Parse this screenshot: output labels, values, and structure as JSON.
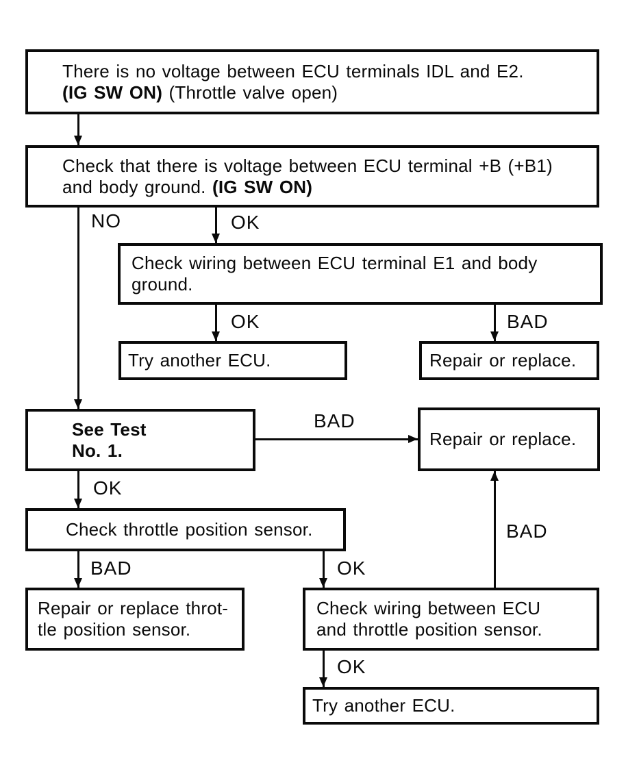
{
  "page": {
    "background": "#ffffff",
    "ink_color": "#0a0a0a"
  },
  "flowchart": {
    "boxes": {
      "problem": {
        "line1": "There is no voltage between ECU terminals IDL and E2.",
        "line2_bold": "(IG SW ON)",
        "line2_rest": " (Throttle valve open)"
      },
      "check_b": {
        "line1": "Check that there is voltage between ECU terminal +B (+B1)",
        "line2_pre": "and body ground. ",
        "line2_bold": "(IG SW ON)"
      },
      "check_e1": {
        "line1": "Check wiring between ECU terminal E1 and body",
        "line2": "ground."
      },
      "try_ecu_1": {
        "text": "Try another ECU."
      },
      "repair_1": {
        "text": "Repair or replace."
      },
      "see_test": {
        "line1": "See Test",
        "line2": "No. 1."
      },
      "repair_2": {
        "text": "Repair or replace."
      },
      "check_tps": {
        "text": "Check throttle position sensor."
      },
      "repair_tps": {
        "line1": "Repair or replace throt-",
        "line2": "tle position sensor."
      },
      "check_wiring": {
        "line1": "Check wiring between ECU",
        "line2": "and throttle position sensor."
      },
      "try_ecu_2": {
        "text": "Try another ECU."
      }
    },
    "labels": {
      "no_main": "NO",
      "ok_to_e1": "OK",
      "ok_to_try_1": "OK",
      "bad_to_repair_1": "BAD",
      "bad_see_test": "BAD",
      "ok_see_test": "OK",
      "bad_tps": "BAD",
      "ok_tps": "OK",
      "bad_wiring_up": "BAD",
      "ok_to_try_2": "OK"
    }
  }
}
